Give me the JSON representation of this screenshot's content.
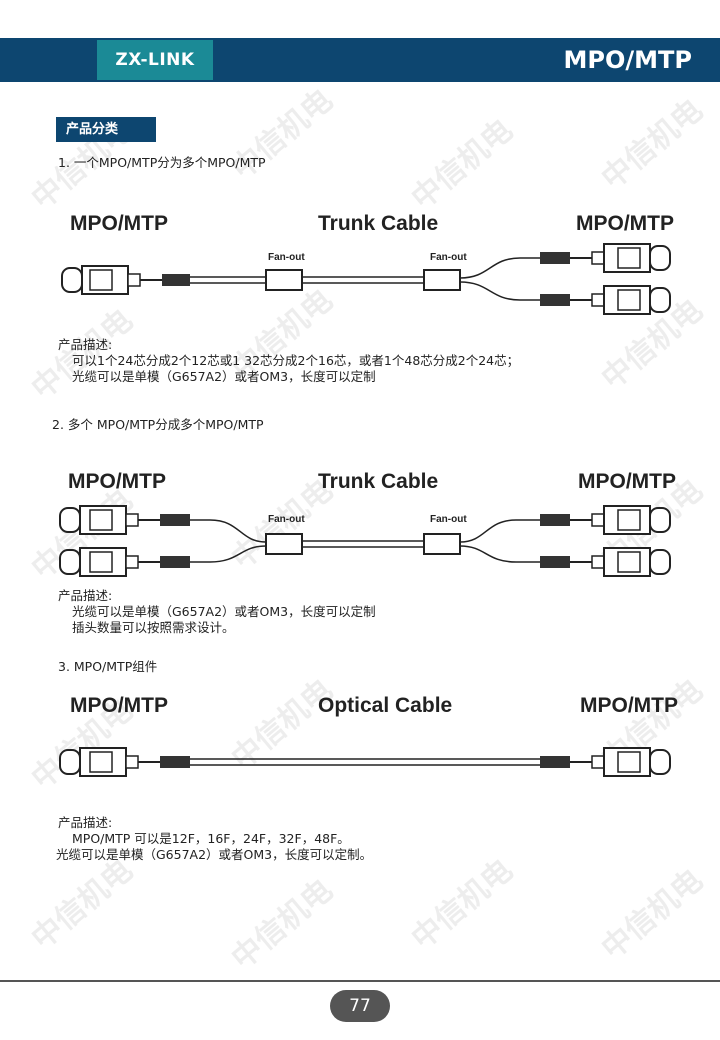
{
  "header": {
    "brand": "ZX-LINK",
    "title": "MPO/MTP"
  },
  "section_label": "产品分类",
  "watermark": "中信机电",
  "items": [
    {
      "heading": "1. 一个MPO/MTP分为多个MPO/MTP",
      "diagram": {
        "left": "MPO/MTP",
        "center": "Trunk Cable",
        "right": "MPO/MTP",
        "fanout1": "Fan-out",
        "fanout2": "Fan-out"
      },
      "desc_label": "产品描述:",
      "desc_lines": [
        "可以1个24芯分成2个12芯或1 32芯分成2个16芯，或者1个48芯分成2个24芯；",
        "光缆可以是单模（G657A2）或者OM3，长度可以定制"
      ]
    },
    {
      "heading": "2. 多个 MPO/MTP分成多个MPO/MTP",
      "diagram": {
        "left": "MPO/MTP",
        "center": "Trunk Cable",
        "right": "MPO/MTP",
        "fanout1": "Fan-out",
        "fanout2": "Fan-out"
      },
      "desc_label": "产品描述:",
      "desc_lines": [
        "光缆可以是单模（G657A2）或者OM3，长度可以定制",
        "插头数量可以按照需求设计。"
      ]
    },
    {
      "heading": "3. MPO/MTP组件",
      "diagram": {
        "left": "MPO/MTP",
        "center": "Optical  Cable",
        "right": "MPO/MTP"
      },
      "desc_label": "产品描述:",
      "desc_lines": [
        "MPO/MTP 可以是12F，16F，24F，32F，48F。",
        "光缆可以是单模（G657A2）或者OM3，长度可以定制。"
      ]
    }
  ],
  "page_number": "77"
}
